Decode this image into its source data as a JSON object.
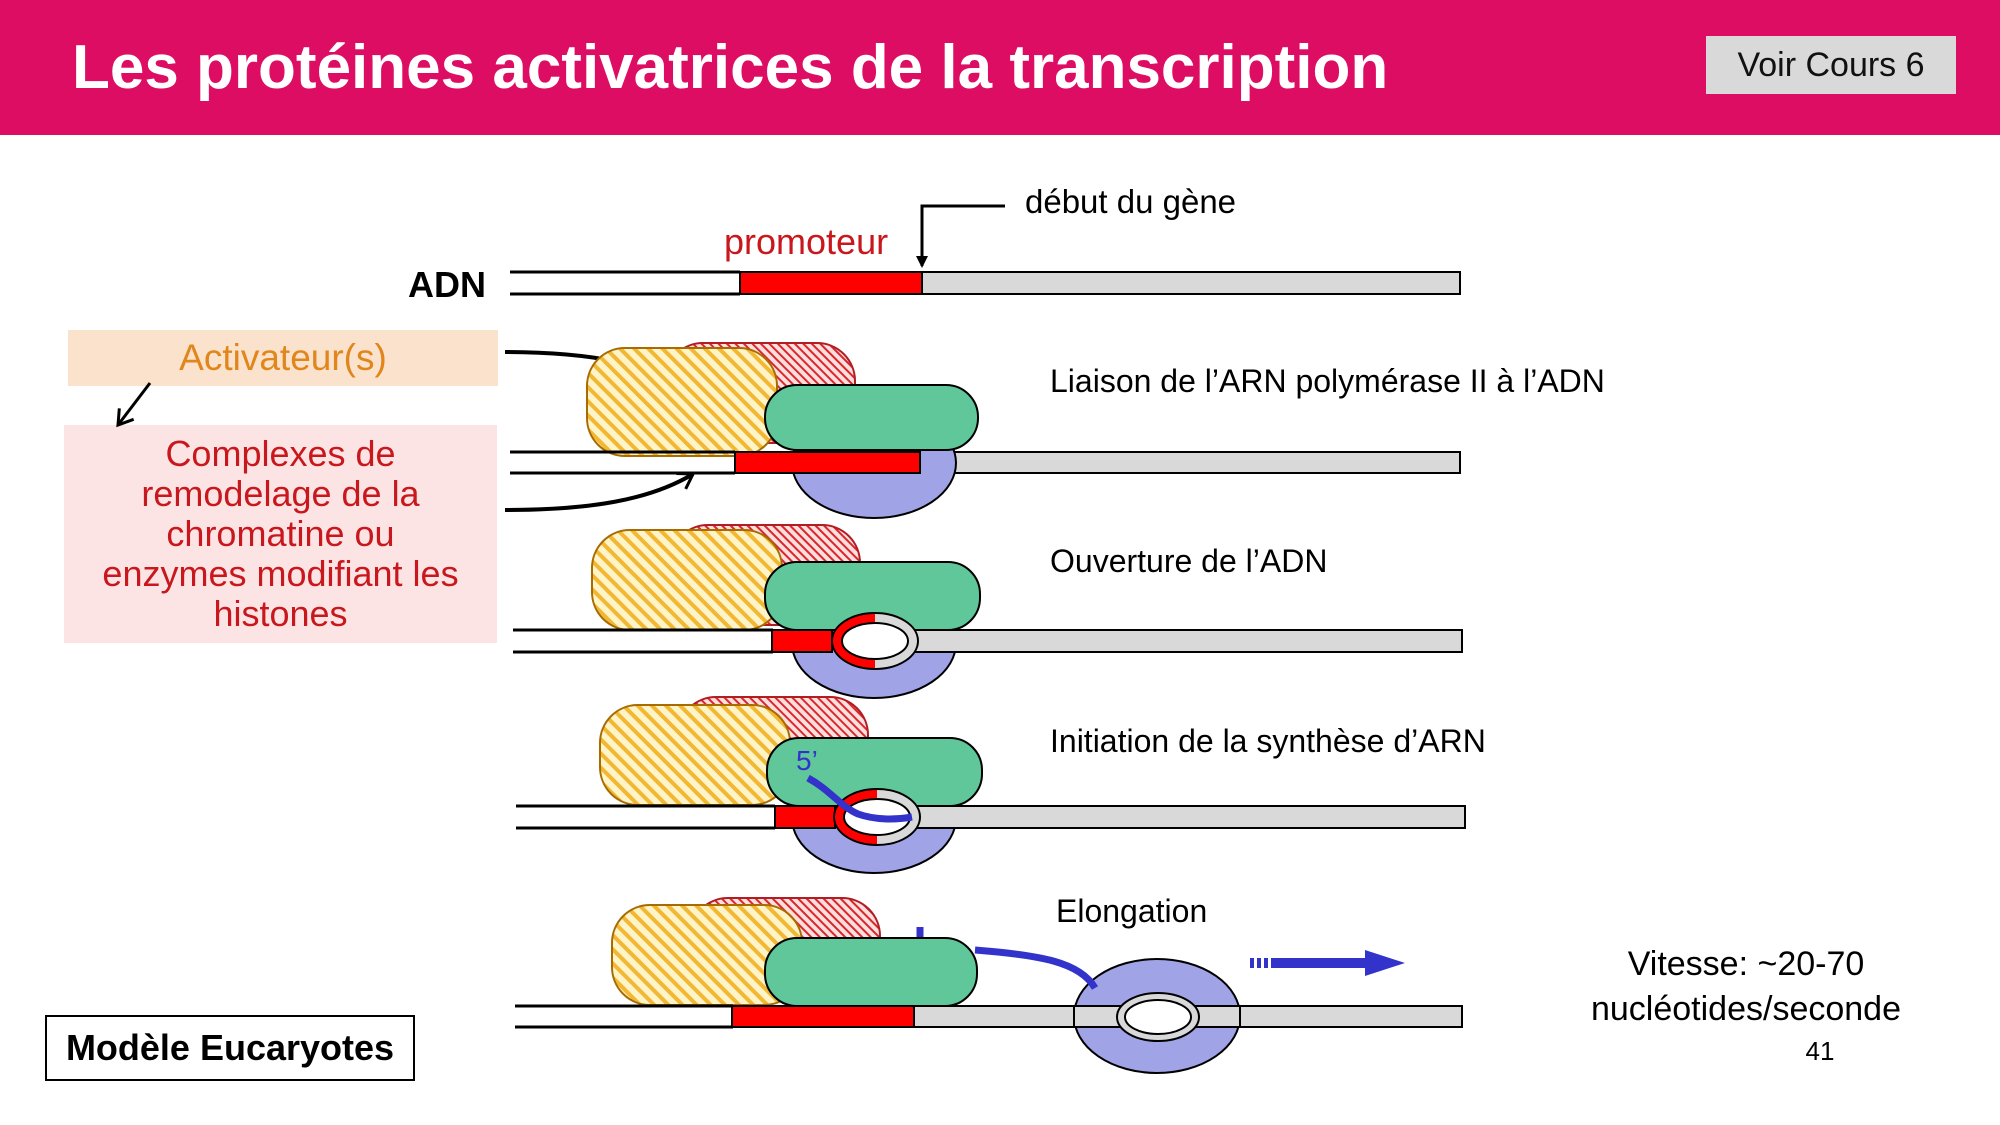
{
  "header": {
    "title": "Les protéines activatrices de la transcription",
    "course_button": "Voir Cours 6",
    "background_color": "#dc0d63"
  },
  "left_panel": {
    "activator_label": "Activateur(s)",
    "remodeling_label": "Complexes de\nremodelage de la\nchromatine ou\nenzymes modifiant les\nhistones"
  },
  "diagram": {
    "dna_label": "ADN",
    "promoter_label": "promoteur",
    "gene_start_label": "début du gène",
    "rna_5prime_label": "5’",
    "steps": [
      "Liaison de l’ARN polymérase II à l’ADN",
      "Ouverture de l’ADN",
      "Initiation de la synthèse d’ARN",
      "Elongation"
    ],
    "speed_line1": "Vitesse: ~20-70",
    "speed_line2": "nucléotides/seconde",
    "colors": {
      "promoter": "#ff0000",
      "gene": "#d9d9d9",
      "activator": "#f5c542",
      "remodeler": "#e0393e",
      "tfiid": "#5fc79a",
      "polymerase": "#a0a3e6",
      "rna": "#3333cc"
    }
  },
  "footer": {
    "model_label": "Modèle Eucaryotes",
    "page_number": "41"
  }
}
